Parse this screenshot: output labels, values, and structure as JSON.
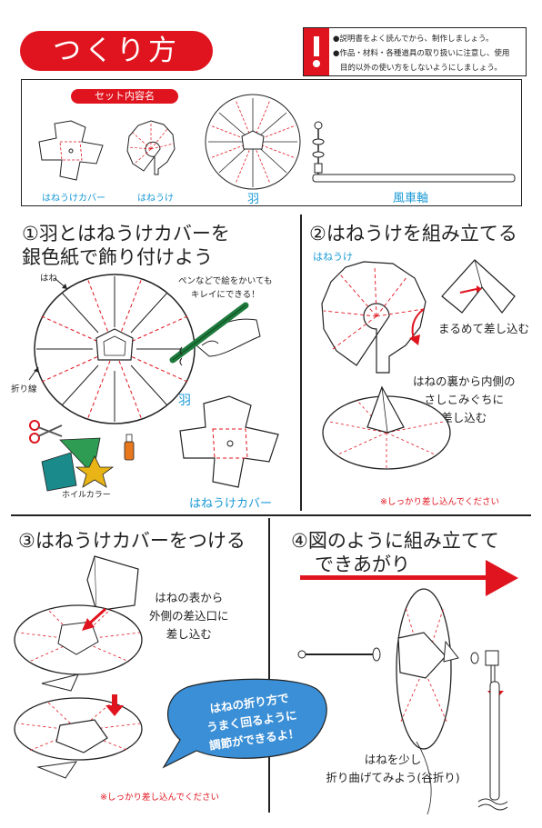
{
  "title": "つくり方",
  "warnings": [
    "●説明書をよく読んでから、制作しましょう。",
    "●作品・材料・各種道具の取り扱いに注意し、使用",
    "目的以外の使い方をしないようにしましょう。"
  ],
  "set_contents": {
    "label": "セット内容名",
    "items": [
      "はねうけカバー",
      "はねうけ",
      "羽",
      "風車軸"
    ]
  },
  "step1": {
    "heading_line1": "①羽とはねうけカバーを",
    "heading_line2": "銀色紙で飾り付けよう",
    "label_hane": "はね",
    "label_fold": "折り線",
    "pen_note_line1": "ペンなどで絵をかいても",
    "pen_note_line2": "キレイにできる！",
    "label_wing": "羽",
    "label_foil": "ホイルカラー",
    "label_cover": "はねうけカバー"
  },
  "step2": {
    "heading": "②はねうけを組み立てる",
    "label_haneuke": "はねうけ",
    "note_roll": "まるめて差し込む",
    "note_insert_line1": "はねの裏から内側の",
    "note_insert_line2": "さしこみぐちに",
    "note_insert_line3": "差し込む",
    "caution": "※しっかり差し込んでください"
  },
  "step3": {
    "heading": "③はねうけカバーをつける",
    "note_line1": "はねの表から",
    "note_line2": "外側の差込口に",
    "note_line3": "差し込む",
    "caution": "※しっかり差し込んでください"
  },
  "step4": {
    "heading_line1": "④図のように組み立てて",
    "heading_line2": "できあがり",
    "note_line1": "はねを少し",
    "note_line2": "折り曲げてみよう(谷折り)"
  },
  "bubble": {
    "line1": "はねの折り方で",
    "line2": "うまく回るように",
    "line3": "調節ができるよ！"
  },
  "colors": {
    "accent_red": "#e0141e",
    "label_blue": "#1a9ad6",
    "bubble_blue": "#3b8fd6"
  }
}
